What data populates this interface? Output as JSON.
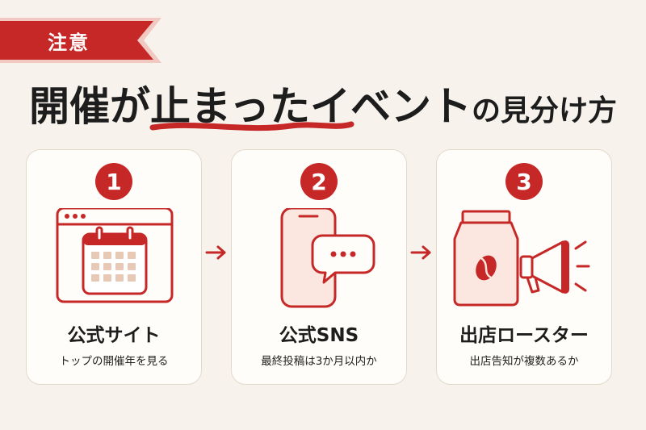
{
  "badge": {
    "label": "注意"
  },
  "title": {
    "part1": "開催が",
    "part2": "止まったイベント",
    "part3": "の見分け方"
  },
  "cards": [
    {
      "number": "1",
      "title": "公式サイト",
      "desc": "トップの開催年を見る",
      "icon": "calendar-browser-icon"
    },
    {
      "number": "2",
      "title": "公式SNS",
      "desc": "最終投稿は3か月以内か",
      "icon": "smartphone-chat-icon"
    },
    {
      "number": "3",
      "title": "出店ロースター",
      "desc": "出店告知が複数あるか",
      "icon": "coffee-bag-megaphone-icon"
    }
  ],
  "colors": {
    "accent": "#c62828",
    "background": "#f7f3ec",
    "card": "#fffdf9",
    "illustration_fill": "#fbe7df"
  }
}
